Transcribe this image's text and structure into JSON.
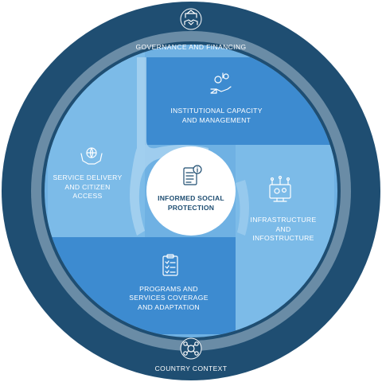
{
  "ring": {
    "top_label": "GOVERNANCE AND FINANCING",
    "bottom_label": "COUNTRY CONTEXT"
  },
  "quadrants": {
    "top_right": {
      "line1": "INSTITUTIONAL CAPACITY",
      "line2": "AND MANAGEMENT",
      "icon": "hand-gears-icon"
    },
    "right": {
      "line1": "INFRASTRUCTURE",
      "line2": "AND",
      "line3": "INFOSTRUCTURE",
      "icon": "monitor-gears-icon"
    },
    "bottom_left": {
      "line1": "PROGRAMS AND",
      "line2": "SERVICES COVERAGE",
      "line3": "AND ADAPTATION",
      "icon": "clipboard-checklist-icon"
    },
    "left": {
      "line1": "SERVICE DELIVERY",
      "line2": "AND CITIZEN",
      "line3": "ACCESS",
      "icon": "hands-globe-icon"
    }
  },
  "center": {
    "line1": "INFORMED SOCIAL",
    "line2": "PROTECTION",
    "icon": "document-info-icon"
  },
  "ring_icons": {
    "top": "handshake-building-icon",
    "bottom": "globe-network-icon"
  },
  "colors": {
    "outer_ring": "#1f4e72",
    "middle_ring": "#6a8ca6",
    "quadrant_dark": "#3d8bd0",
    "quadrant_light": "#6fb1e3",
    "center_text": "#1f4e72"
  }
}
